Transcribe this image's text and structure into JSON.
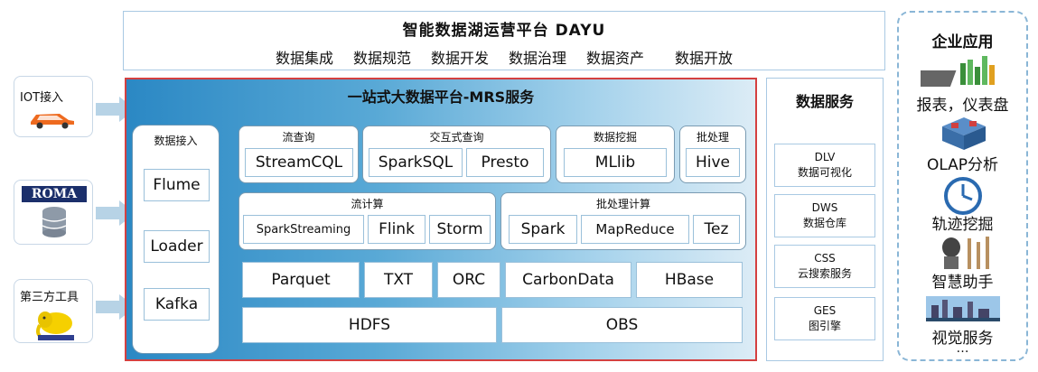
{
  "header": {
    "title": "智能数据湖运营平台 DAYU",
    "modules": [
      "数据集成",
      "数据规范",
      "数据开发",
      "数据治理",
      "数据资产",
      "数据开放"
    ]
  },
  "sources": [
    {
      "label": "IOT接入",
      "icon": "car-icon",
      "color": "#ee6a1f"
    },
    {
      "label": "ROMA",
      "icon": "database-icon",
      "color": "#c62828"
    },
    {
      "label": "第三方工具",
      "icon": "hadoop-elephant-icon",
      "color": "#f5d000"
    }
  ],
  "mrs": {
    "title": "一站式大数据平台-MRS服务",
    "ingest": {
      "title": "数据接入",
      "items": [
        "Flume",
        "Loader",
        "Kafka"
      ]
    },
    "groups": {
      "stream_query": {
        "title": "流查询",
        "items": [
          "StreamCQL"
        ]
      },
      "interactive_query": {
        "title": "交互式查询",
        "items": [
          "SparkSQL",
          "Presto"
        ]
      },
      "data_mining": {
        "title": "数据挖掘",
        "items": [
          "MLlib"
        ]
      },
      "batch": {
        "title": "批处理",
        "items": [
          "Hive"
        ]
      },
      "stream_compute": {
        "title": "流计算",
        "items": [
          "SparkStreaming",
          "Flink",
          "Storm"
        ]
      },
      "batch_compute": {
        "title": "批处理计算",
        "items": [
          "Spark",
          "MapReduce",
          "Tez"
        ]
      }
    },
    "formats": [
      "Parquet",
      "TXT",
      "ORC",
      "CarbonData",
      "HBase"
    ],
    "storage": [
      "HDFS",
      "OBS"
    ]
  },
  "data_services": {
    "title": "数据服务",
    "items": [
      {
        "name": "DLV",
        "desc": "数据可视化"
      },
      {
        "name": "DWS",
        "desc": "数据仓库"
      },
      {
        "name": "CSS",
        "desc": "云搜索服务"
      },
      {
        "name": "GES",
        "desc": "图引擎"
      }
    ]
  },
  "enterprise": {
    "title": "企业应用",
    "items": [
      {
        "label": "报表，仪表盘",
        "icon": "dashboard-chart-icon"
      },
      {
        "label": "OLAP分析",
        "icon": "cube-icon"
      },
      {
        "label": "轨迹挖掘",
        "icon": "clock-icon"
      },
      {
        "label": "智慧助手",
        "icon": "robot-icon"
      },
      {
        "label": "视觉服务",
        "icon": "city-icon"
      }
    ],
    "more": "…"
  },
  "colors": {
    "panel_gradient_start": "#2b88c4",
    "panel_gradient_end": "#dcecf6",
    "panel_border": "#d44040",
    "arrow": "#b7d3e6"
  }
}
